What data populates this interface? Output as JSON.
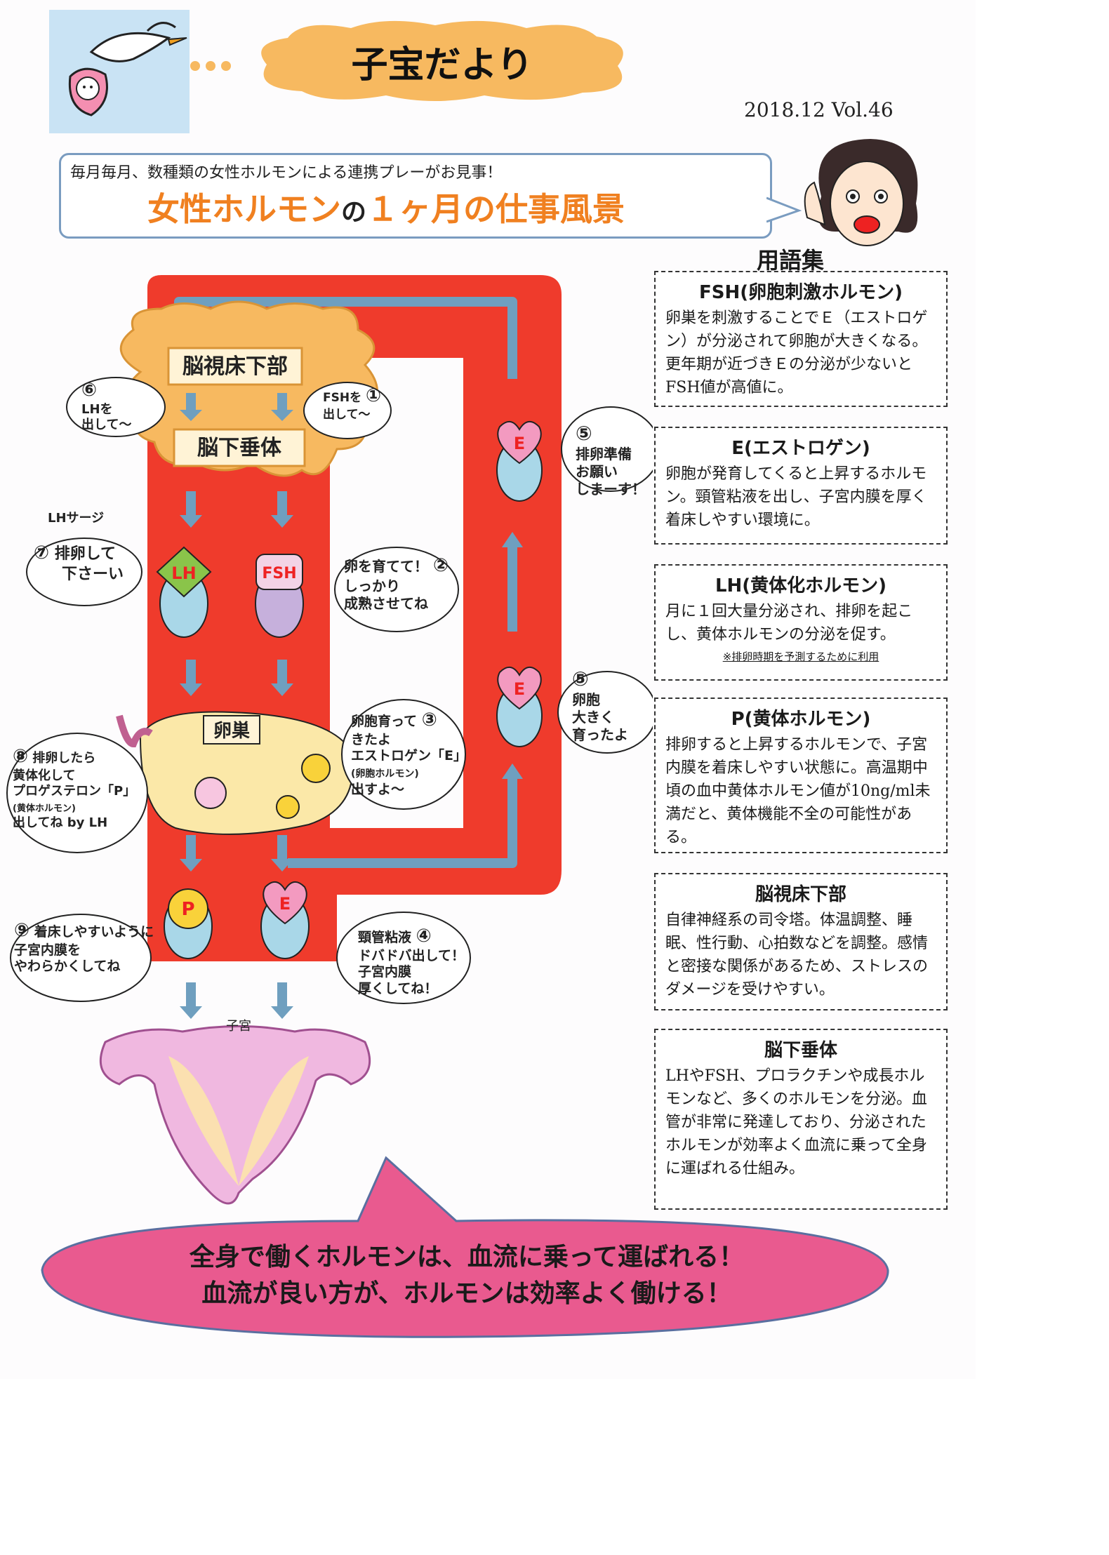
{
  "header": {
    "title": "子宝だより",
    "issue": "2018.12 Vol.46"
  },
  "banner": {
    "subtitle": "毎月毎月、数種類の女性ホルモンによる連携プレーがお見事！",
    "heading_part1": "女性ホルモン",
    "heading_part2": "の",
    "heading_part3": "１ヶ月の仕事風景"
  },
  "diagram": {
    "hypothalamus": "脳視床下部",
    "pituitary": "脳下垂体",
    "ovary": "卵巣",
    "uterus": "子宮",
    "hormone_lh": "LH",
    "hormone_fsh": "FSH",
    "hormone_e": "E",
    "hormone_p": "P",
    "lh_surge": "LHサージ",
    "bubbles": [
      {
        "num": "①",
        "lines": [
          "FSHを",
          "出して〜"
        ]
      },
      {
        "num": "②",
        "lines": [
          "卵を育てて！",
          "しっかり",
          "成熟させてね"
        ]
      },
      {
        "num": "③",
        "lines": [
          "卵胞育って",
          "きたよ",
          "エストロゲン「E」",
          "(卵胞ホルモン)",
          "出すよ〜"
        ]
      },
      {
        "num": "④",
        "lines": [
          "頸管粘液",
          "ドバドバ出して！",
          "子宮内膜",
          "厚くしてね！"
        ]
      },
      {
        "num": "⑤",
        "lines": [
          "卵胞",
          "大きく",
          "育ったよ"
        ]
      },
      {
        "num": "⑤",
        "lines": [
          "排卵準備",
          "お願い",
          "しまーす！"
        ]
      },
      {
        "num": "⑥",
        "lines": [
          "LHを",
          "出して〜"
        ]
      },
      {
        "num": "⑦",
        "lines": [
          "排卵して",
          "下さーい"
        ]
      },
      {
        "num": "⑧",
        "lines": [
          "排卵したら",
          "黄体化して",
          "プロゲステロン「P」",
          "(黄体ホルモン)",
          "出してね by LH"
        ]
      },
      {
        "num": "⑨",
        "lines": [
          "着床しやすいように",
          "子宮内膜を",
          "やわらかくしてね"
        ]
      }
    ]
  },
  "glossary": {
    "heading": "用語集",
    "items": [
      {
        "title": "FSH(卵胞刺激ホルモン)",
        "body": "卵巣を刺激することでＥ（エストロゲン）が分泌されて卵胞が大きくなる。更年期が近づきＥの分泌が少ないとFSH値が高値に。"
      },
      {
        "title": "E(エストロゲン)",
        "body": "卵胞が発育してくると上昇するホルモン。頸管粘液を出し、子宮内膜を厚く着床しやすい環境に。"
      },
      {
        "title": "LH(黄体化ホルモン)",
        "body": "月に１回大量分泌され、排卵を起こし、黄体ホルモンの分泌を促す。",
        "note": "※排卵時期を予測するために利用"
      },
      {
        "title": "P(黄体ホルモン)",
        "body": "排卵すると上昇するホルモンで、子宮内膜を着床しやすい状態に。高温期中頃の血中黄体ホルモン値が10ng/ml未満だと、黄体機能不全の可能性がある。"
      },
      {
        "title": "脳視床下部",
        "body": "自律神経系の司令塔。体温調整、睡眠、性行動、心拍数などを調整。感情と密接な関係があるため、ストレスのダメージを受けやすい。"
      },
      {
        "title": "脳下垂体",
        "body": "LHやFSH、プロラクチンや成長ホルモンなど、多くのホルモンを分泌。血管が非常に発達しており、分泌されたホルモンが効率よく血流に乗って全身に運ばれる仕組み。"
      }
    ]
  },
  "footer": {
    "line1": "全身で働くホルモンは、血流に乗って運ばれる！",
    "line2": "血流が良い方が、ホルモンは効率よく働ける！"
  },
  "colors": {
    "cloud": "#f7b960",
    "vessel": "#ef3b2c",
    "arrow": "#6f9fbf",
    "heading_orange": "#f08020",
    "footer_pink": "#e95a8f"
  }
}
